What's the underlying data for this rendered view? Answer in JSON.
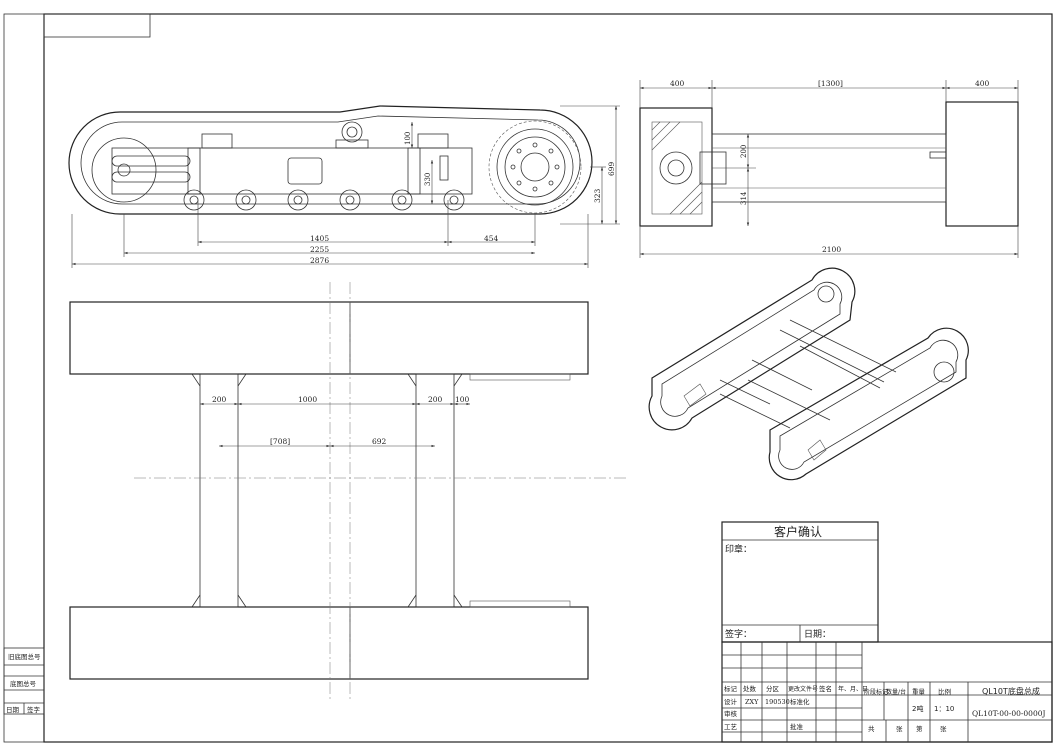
{
  "drawing": {
    "title_name": "QL10T底盘总成",
    "drawing_number": "QL10T-00-00-0000J",
    "weight": "2吨",
    "scale": "1：10",
    "designer": "ZXY",
    "design_date": "190530",
    "standardization": "标准化",
    "approval": "批准",
    "process": "工艺",
    "review": "审核",
    "design": "设计"
  },
  "side_view": {
    "dims": [
      "1405",
      "454",
      "2255",
      "2876",
      "699",
      "323",
      "330",
      "100"
    ]
  },
  "front_view": {
    "dims": [
      "400",
      "[1300]",
      "400",
      "2100",
      "200",
      "314"
    ]
  },
  "plan_view": {
    "dims": [
      "200",
      "1000",
      "200",
      "100",
      "[708]",
      "692"
    ]
  },
  "customer_box": {
    "title": "客户确认",
    "stamp": "印章：",
    "sign": "签字：",
    "date": "日期："
  },
  "left_strip": {
    "old_base_no": "旧底图总号",
    "base_no": "底图总号",
    "date": "日期",
    "sign": "签字"
  },
  "title_block_headers": {
    "mark": "标记",
    "count": "处数",
    "zone": "分区",
    "change_doc": "更改文件号",
    "signature": "签名",
    "ymd": "年、月、日",
    "stage_mark": "阶段标记",
    "quantity": "数量/台",
    "weight_label": "重量",
    "scale_label": "比例",
    "total": "共",
    "sheet": "张",
    "page": "第",
    "sheet2": "张"
  }
}
